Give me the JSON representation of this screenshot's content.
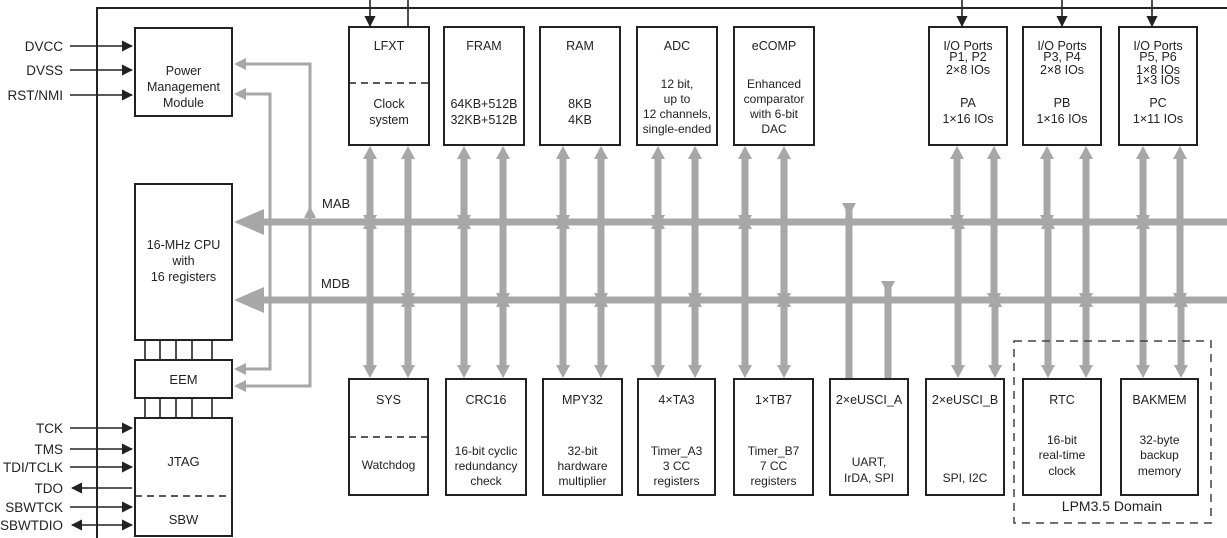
{
  "pins_left": [
    {
      "name": "dvcc",
      "label": "DVCC"
    },
    {
      "name": "dvss",
      "label": "DVSS"
    },
    {
      "name": "rst-nmi",
      "label": "RST/NMI"
    },
    {
      "name": "tck",
      "label": "TCK"
    },
    {
      "name": "tms",
      "label": "TMS"
    },
    {
      "name": "tdi-tclk",
      "label": "TDI/TCLK"
    },
    {
      "name": "tdo",
      "label": "TDO"
    },
    {
      "name": "sbwtck",
      "label": "SBWTCK"
    },
    {
      "name": "sbwtdio",
      "label": "SBWTDIO"
    }
  ],
  "left_blocks": {
    "pmm": [
      "Power",
      "Management",
      "Module"
    ],
    "cpu": [
      "16-MHz CPU",
      "with",
      "16 registers"
    ],
    "eem": "EEM",
    "jtag": "JTAG",
    "sbw": "SBW"
  },
  "buses": {
    "mab": "MAB",
    "mdb": "MDB"
  },
  "top_modules": [
    {
      "id": "lfxt",
      "title": "LFXT",
      "lines": [
        "Clock",
        "system"
      ]
    },
    {
      "id": "fram",
      "title": "FRAM",
      "lines": [
        "64KB+512B",
        "32KB+512B"
      ]
    },
    {
      "id": "ram",
      "title": "RAM",
      "lines": [
        "8KB",
        "4KB"
      ]
    },
    {
      "id": "adc",
      "title": "ADC",
      "lines": [
        "12 bit,",
        "up to",
        "12 channels,",
        "single-ended"
      ]
    },
    {
      "id": "ecomp",
      "title": "eCOMP",
      "lines": [
        "Enhanced",
        "comparator",
        "with 6-bit",
        "DAC"
      ]
    },
    {
      "id": "pa",
      "title": "I/O Ports",
      "lines": [
        "P1, P2",
        "2×8 IOs",
        "",
        "PA",
        "1×16 IOs"
      ]
    },
    {
      "id": "pb",
      "title": "I/O Ports",
      "lines": [
        "P3, P4",
        "2×8 IOs",
        "",
        "PB",
        "1×16 IOs"
      ]
    },
    {
      "id": "pc",
      "title": "I/O Ports",
      "lines": [
        "P5, P6",
        "1×8 IOs",
        "1×3 IOs",
        "PC",
        "1×11 IOs"
      ]
    }
  ],
  "bottom_modules": [
    {
      "id": "sys",
      "title": "SYS",
      "lines": [
        "Watchdog"
      ]
    },
    {
      "id": "crc16",
      "title": "CRC16",
      "lines": [
        "16-bit cyclic",
        "redundancy",
        "check"
      ]
    },
    {
      "id": "mpy32",
      "title": "MPY32",
      "lines": [
        "32-bit",
        "hardware",
        "multiplier"
      ]
    },
    {
      "id": "ta3",
      "title": "4×TA3",
      "lines": [
        "Timer_A3",
        "3 CC",
        "registers"
      ]
    },
    {
      "id": "tb7",
      "title": "1×TB7",
      "lines": [
        "Timer_B7",
        "7 CC",
        "registers"
      ]
    },
    {
      "id": "eusci-a",
      "title": "2×eUSCI_A",
      "lines": [
        "UART,",
        "IrDA, SPI"
      ]
    },
    {
      "id": "eusci-b",
      "title": "2×eUSCI_B",
      "lines": [
        "SPI, I2C"
      ]
    },
    {
      "id": "rtc",
      "title": "RTC",
      "lines": [
        "16-bit",
        "real-time",
        "clock"
      ]
    },
    {
      "id": "bakmem",
      "title": "BAKMEM",
      "lines": [
        "32-byte",
        "backup",
        "memory"
      ]
    }
  ],
  "lpm_domain_label": "LPM3.5 Domain"
}
